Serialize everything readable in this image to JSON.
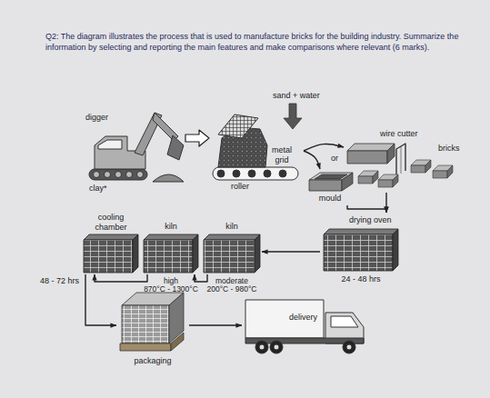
{
  "diagram": {
    "title": "Q2: The diagram illustrates the process that is used to manufacture bricks for the building industry. Summarize the information by selecting and reporting the main features and make comparisons where relevant (6 marks).",
    "nodes": [
      {
        "text": [
          "digger",
          "clay*"
        ]
      },
      {
        "text": [
          "metal grid",
          "roller"
        ]
      },
      {
        "text": [
          "mould"
        ]
      },
      {
        "text": [
          "wire cutter",
          "bricks"
        ]
      },
      {
        "text": [
          "cooling chamber",
          "48 - 72 hrs"
        ]
      },
      {
        "text": [
          "kiln",
          "high",
          "870°C - 1300°C"
        ]
      },
      {
        "text": [
          "kiln",
          "moderate",
          "200°C - 980°C"
        ]
      },
      {
        "text": [
          "drying oven",
          "24 - 48 hrs"
        ]
      },
      {
        "text": [
          "packaging"
        ]
      },
      {
        "text": [
          "delivery"
        ]
      }
    ],
    "edges": [
      {
        "from": 0,
        "to": 1,
        "arrow": "to"
      },
      {
        "from": 1,
        "to": 2,
        "arrow": "to"
      },
      {
        "from": 1,
        "to": 3,
        "arrow": "to"
      },
      {
        "from": 2,
        "to": 7,
        "arrow": "to"
      },
      {
        "from": 3,
        "to": 7,
        "arrow": "to"
      },
      {
        "from": 7,
        "to": 6,
        "arrow": "to"
      },
      {
        "from": 6,
        "to": 5,
        "arrow": "to"
      },
      {
        "from": 5,
        "to": 4,
        "arrow": "to"
      },
      {
        "from": 4,
        "to": 8,
        "arrow": "to"
      },
      {
        "from": 8,
        "to": 9,
        "arrow": "to"
      }
    ],
    "labels": [
      "sand + water",
      "or"
    ]
  }
}
